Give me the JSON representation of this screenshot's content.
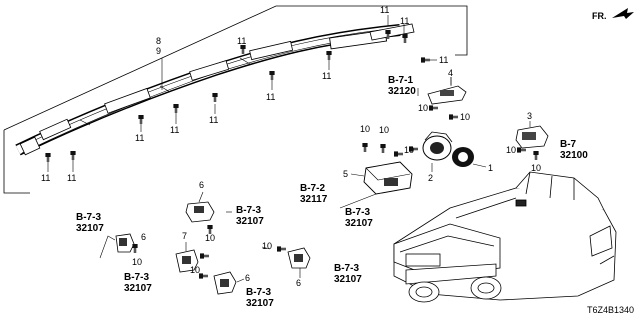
{
  "diagram": {
    "direction_label": "FR.",
    "code": "T6Z4B1340",
    "callouts": [
      {
        "id": "c-8",
        "text": "8"
      },
      {
        "id": "c-9",
        "text": "9"
      },
      {
        "id": "c-11a",
        "text": "11"
      },
      {
        "id": "c-11b",
        "text": "11"
      },
      {
        "id": "c-11c",
        "text": "11"
      },
      {
        "id": "c-11d",
        "text": "11"
      },
      {
        "id": "c-11e",
        "text": "11"
      },
      {
        "id": "c-11f",
        "text": "11"
      },
      {
        "id": "c-11g",
        "text": "11"
      },
      {
        "id": "c-11h",
        "text": "11"
      },
      {
        "id": "c-11i",
        "text": "11"
      },
      {
        "id": "c-11j",
        "text": "11"
      },
      {
        "id": "c-11k",
        "text": "11"
      },
      {
        "id": "c-4",
        "text": "4"
      },
      {
        "id": "c-10a",
        "text": "10"
      },
      {
        "id": "c-10b",
        "text": "10"
      },
      {
        "id": "c-3",
        "text": "3"
      },
      {
        "id": "c-10c",
        "text": "10"
      },
      {
        "id": "c-10d",
        "text": "10"
      },
      {
        "id": "c-10e",
        "text": "10"
      },
      {
        "id": "c-10f",
        "text": "10"
      },
      {
        "id": "c-2",
        "text": "2"
      },
      {
        "id": "c-1",
        "text": "1"
      },
      {
        "id": "c-5",
        "text": "5"
      },
      {
        "id": "c-10g",
        "text": "10"
      },
      {
        "id": "c-6a",
        "text": "6"
      },
      {
        "id": "c-10h",
        "text": "10"
      },
      {
        "id": "c-6b",
        "text": "6"
      },
      {
        "id": "c-10i",
        "text": "10"
      },
      {
        "id": "c-7",
        "text": "7"
      },
      {
        "id": "c-10j",
        "text": "10"
      },
      {
        "id": "c-6c",
        "text": "6"
      },
      {
        "id": "c-10k",
        "text": "10"
      },
      {
        "id": "c-6d",
        "text": "6"
      }
    ],
    "references": [
      {
        "id": "r-b71",
        "section": "B-7-1",
        "part": "32120"
      },
      {
        "id": "r-b7",
        "section": "B-7",
        "part": "32100"
      },
      {
        "id": "r-b72",
        "section": "B-7-2",
        "part": "32117"
      },
      {
        "id": "r-b73a",
        "section": "B-7-3",
        "part": "32107"
      },
      {
        "id": "r-b73b",
        "section": "B-7-3",
        "part": "32107"
      },
      {
        "id": "r-b73c",
        "section": "B-7-3",
        "part": "32107"
      },
      {
        "id": "r-b73d",
        "section": "B-7-3",
        "part": "32107"
      },
      {
        "id": "r-b73e",
        "section": "B-7-3",
        "part": "32107"
      },
      {
        "id": "r-b73f",
        "section": "B-7-3",
        "part": "32107"
      }
    ]
  }
}
